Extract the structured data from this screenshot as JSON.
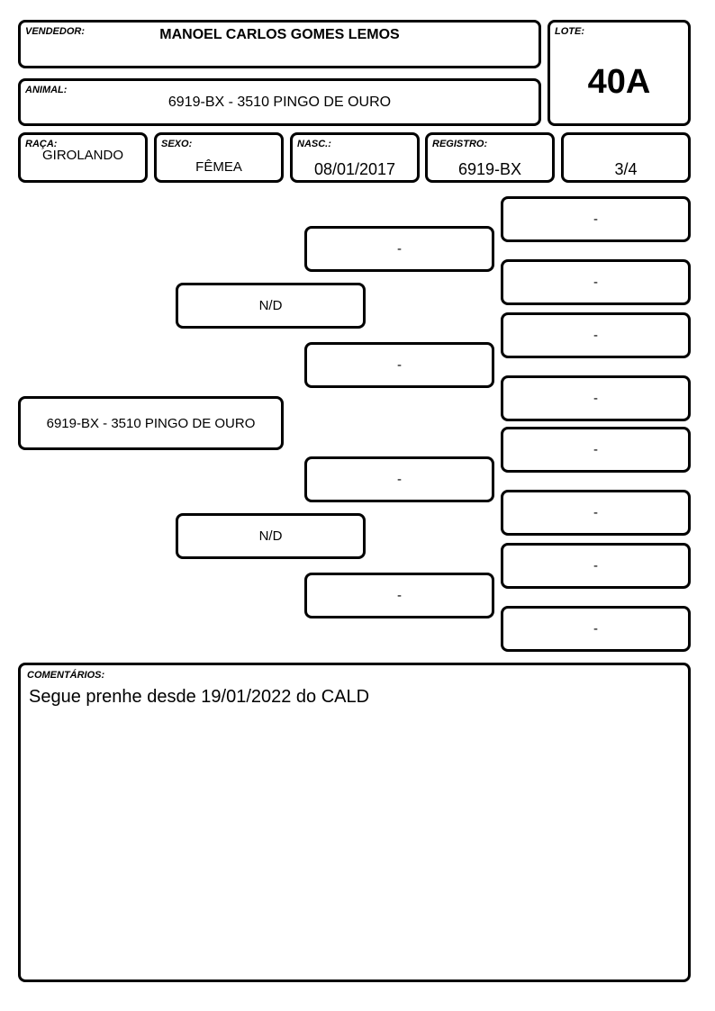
{
  "header": {
    "vendedor": {
      "label": "VENDEDOR:",
      "value": "MANOEL CARLOS GOMES LEMOS"
    },
    "lote": {
      "label": "LOTE:",
      "value": "40A"
    },
    "animal": {
      "label": "ANIMAL:",
      "value": "6919-BX - 3510 PINGO DE OURO"
    }
  },
  "info": {
    "raca": {
      "label": "RAÇA:",
      "value": "GIROLANDO"
    },
    "sexo": {
      "label": "SEXO:",
      "value": "FÊMEA"
    },
    "nasc": {
      "label": "NASC.:",
      "value": "08/01/2017"
    },
    "registro": {
      "label": "REGISTRO:",
      "value": "6919-BX"
    },
    "grau": {
      "value": "3/4"
    }
  },
  "pedigree": {
    "animal": "6919-BX - 3510 PINGO DE OURO",
    "parents": [
      "N/D",
      "N/D"
    ],
    "grandparents": [
      "-",
      "-",
      "-",
      "-"
    ],
    "great_grandparents": [
      "-",
      "-",
      "-",
      "-",
      "-",
      "-",
      "-",
      "-"
    ]
  },
  "comments": {
    "label": "COMENTÁRIOS:",
    "text": "Segue prenhe desde 19/01/2022 do CALD"
  }
}
